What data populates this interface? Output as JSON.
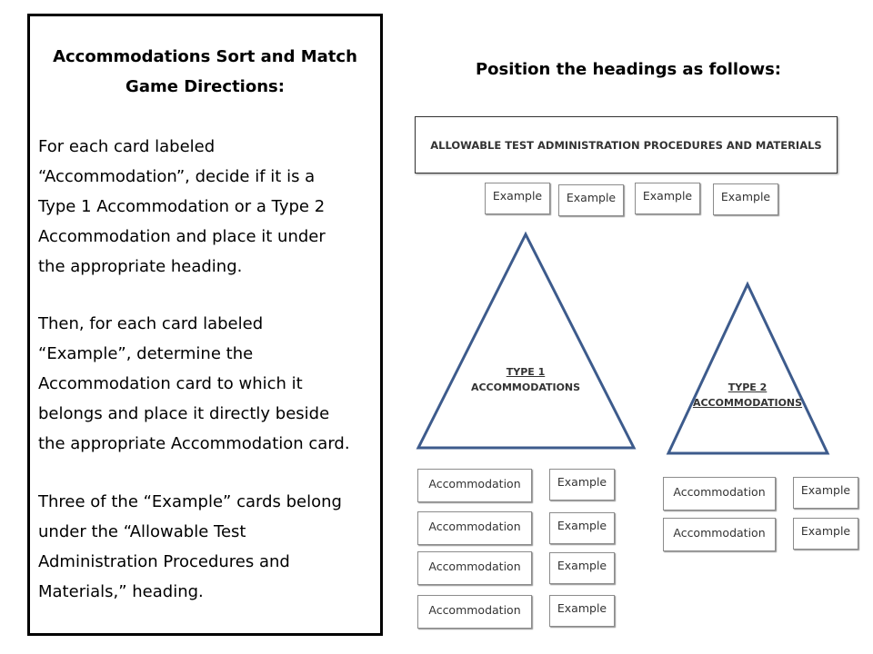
{
  "directions": {
    "title_line1": "Accommodations Sort and Match",
    "title_line2": "Game Directions:",
    "para1": [
      " For each card labeled",
      "“Accommodation”, decide if it is a",
      "Type 1 Accommodation or a Type 2",
      "Accommodation and place it under",
      "the appropriate heading."
    ],
    "para2": [
      "Then, for each card labeled",
      "“Example”, determine the",
      "Accommodation card to which it",
      "belongs and place it directly beside",
      "the appropriate Accommodation card."
    ],
    "para3": [
      "Three of the “Example” cards belong",
      "under the “Allowable Test",
      "Administration Procedures and",
      "Materials,” heading."
    ]
  },
  "diagram": {
    "title": "Position the headings as follows:",
    "heading": "ALLOWABLE TEST ADMINISTRATION PROCEDURES AND MATERIALS",
    "top_examples": [
      "Example",
      "Example",
      "Example",
      "Example"
    ],
    "type1_label_line1": "TYPE 1",
    "type1_label_line2": "ACCOMMODATIONS",
    "type2_label_line1": "TYPE 2",
    "type2_label_line2": "ACCOMMODATIONS",
    "type1_cards": [
      {
        "accommodation": "Accommodation",
        "example": "Example"
      },
      {
        "accommodation": "Accommodation",
        "example": "Example"
      },
      {
        "accommodation": "Accommodation",
        "example": "Example"
      },
      {
        "accommodation": "Accommodation",
        "example": "Example"
      }
    ],
    "type2_cards": [
      {
        "accommodation": "Accommodation",
        "example": "Example"
      },
      {
        "accommodation": "Accommodation",
        "example": "Example"
      }
    ],
    "triangle_color": "#3d5b8c"
  }
}
